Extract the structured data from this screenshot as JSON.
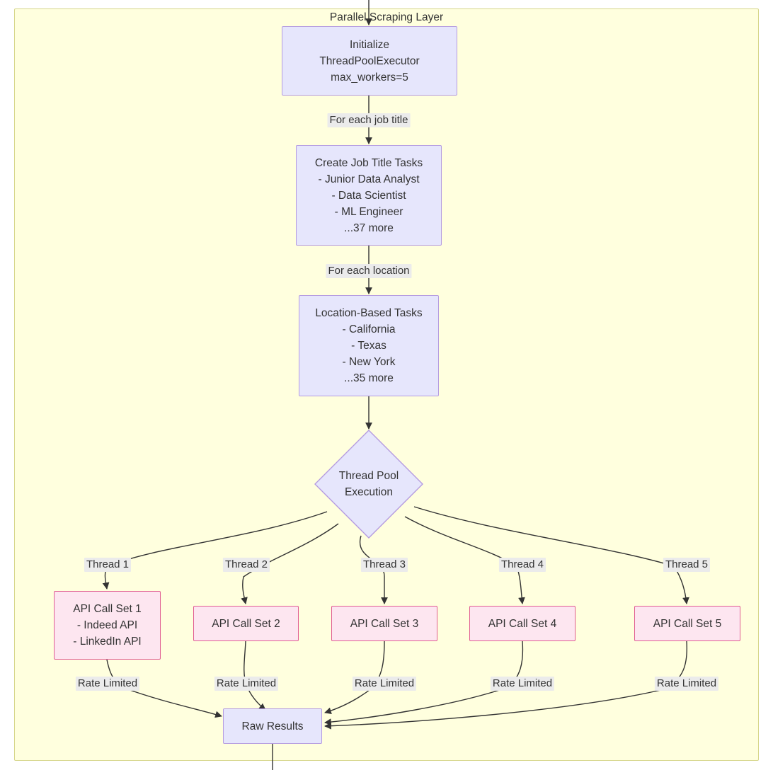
{
  "diagram": {
    "type": "flowchart",
    "subgraph_title": "Parallel Scraping Layer",
    "nodes": {
      "init": {
        "id": "init",
        "shape": "rect",
        "style": "purple",
        "lines": [
          "Initialize",
          "ThreadPoolExecutor",
          "max_workers=5"
        ]
      },
      "job_tasks": {
        "id": "job_tasks",
        "shape": "rect",
        "style": "purple",
        "lines": [
          "Create Job Title Tasks",
          "- Junior Data Analyst",
          "- Data Scientist",
          "- ML Engineer",
          "...37 more"
        ]
      },
      "location_tasks": {
        "id": "location_tasks",
        "shape": "rect",
        "style": "purple",
        "lines": [
          "Location-Based Tasks",
          "- California",
          "- Texas",
          "- New York",
          "...35 more"
        ]
      },
      "thread_pool": {
        "id": "thread_pool",
        "shape": "diamond",
        "style": "purple",
        "lines": [
          "Thread Pool",
          "Execution"
        ]
      },
      "api1": {
        "id": "api1",
        "shape": "rect",
        "style": "pink",
        "lines": [
          "API Call Set 1",
          "- Indeed API",
          "- LinkedIn API"
        ]
      },
      "api2": {
        "id": "api2",
        "shape": "rect",
        "style": "pink",
        "lines": [
          "API Call Set 2"
        ]
      },
      "api3": {
        "id": "api3",
        "shape": "rect",
        "style": "pink",
        "lines": [
          "API Call Set 3"
        ]
      },
      "api4": {
        "id": "api4",
        "shape": "rect",
        "style": "pink",
        "lines": [
          "API Call Set 4"
        ]
      },
      "api5": {
        "id": "api5",
        "shape": "rect",
        "style": "pink",
        "lines": [
          "API Call Set 5"
        ]
      },
      "raw_results": {
        "id": "raw_results",
        "shape": "rect",
        "style": "purple",
        "lines": [
          "Raw Results"
        ]
      }
    },
    "edge_labels": {
      "init_to_job": "For each job title",
      "job_to_location": "For each location",
      "thread1": "Thread 1",
      "thread2": "Thread 2",
      "thread3": "Thread 3",
      "thread4": "Thread 4",
      "thread5": "Thread 5",
      "rate1": "Rate Limited",
      "rate2": "Rate Limited",
      "rate3": "Rate Limited",
      "rate4": "Rate Limited",
      "rate5": "Rate Limited"
    },
    "colors": {
      "subgraph_fill": "#ffffde",
      "subgraph_border": "#d6d68a",
      "purple_fill": "#e6e6fc",
      "purple_border": "#b49be0",
      "pink_fill": "#fde6f0",
      "pink_border": "#e05c92",
      "edge_stroke": "#333333",
      "edge_label_bg": "#ebebeb",
      "text": "#333333"
    }
  }
}
